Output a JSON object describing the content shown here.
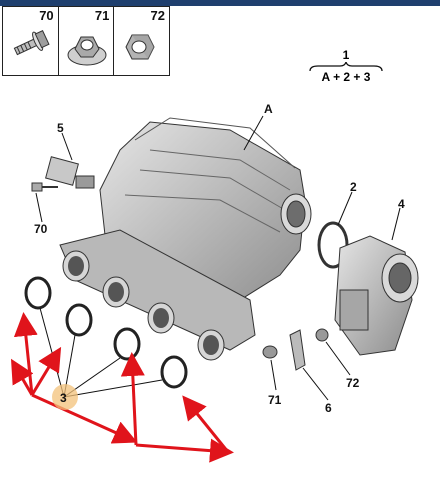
{
  "legend": {
    "cells": [
      {
        "label": "70",
        "icon": "bolt-with-washer-icon"
      },
      {
        "label": "71",
        "icon": "flange-nut-icon"
      },
      {
        "label": "72",
        "icon": "hex-nut-icon"
      }
    ]
  },
  "formula": {
    "top": "1",
    "bottom": "A + 2 + 3"
  },
  "callouts": {
    "A": "A",
    "c5": "5",
    "c70": "70",
    "c2": "2",
    "c4": "4",
    "c3": "3",
    "c71": "71",
    "c6": "6",
    "c72": "72"
  },
  "colors": {
    "header_bar": "#1f3f6e",
    "arrow": "#e0141b",
    "highlight": "#f3c27a"
  }
}
